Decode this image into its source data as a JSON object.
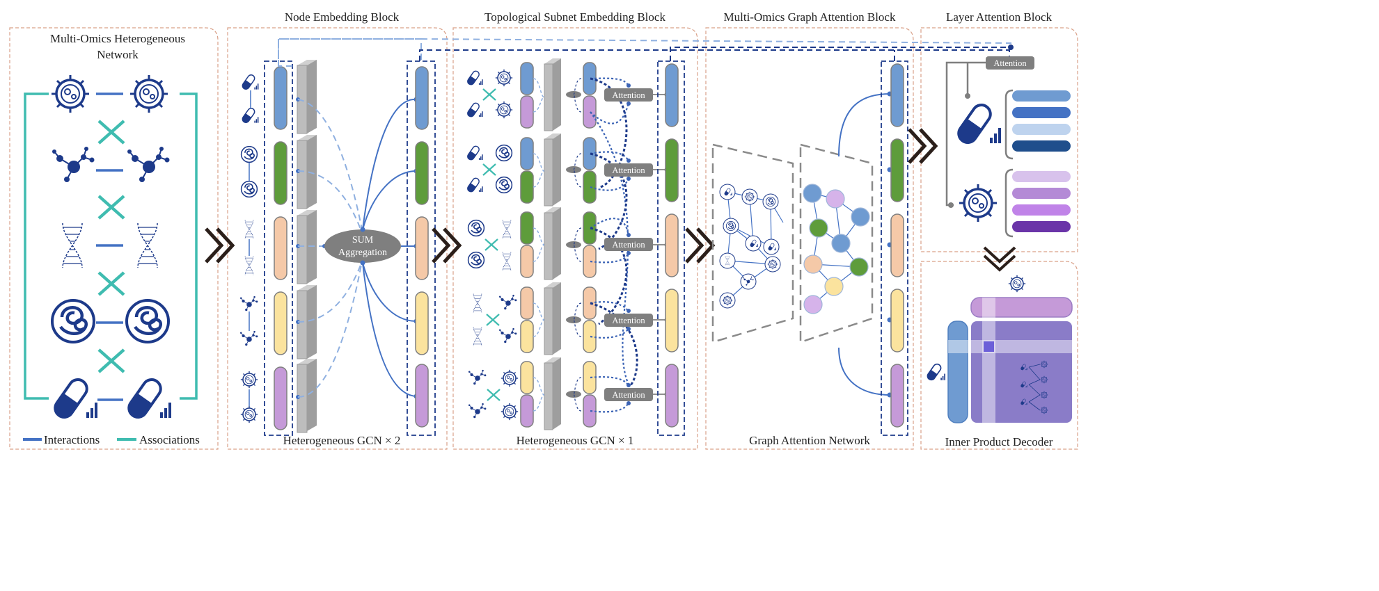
{
  "panels": {
    "network": {
      "title_line1": "Multi-Omics Heterogeneous",
      "title_line2": "Network"
    },
    "node_embedding": {
      "title": "Node Embedding Block",
      "footer": "Heterogeneous GCN × 2",
      "sum_line1": "SUM",
      "sum_line2": "Aggregation"
    },
    "subnet": {
      "title": "Topological Subnet Embedding Block",
      "footer": "Heterogeneous GCN × 1",
      "attention_label": "Attention"
    },
    "gat": {
      "title": "Multi-Omics Graph Attention Block",
      "footer": "Graph Attention Network"
    },
    "layer_attention": {
      "title": "Layer Attention Block",
      "attention_label": "Attention"
    },
    "decoder": {
      "title": "Inner Product Decoder"
    }
  },
  "legend": {
    "interactions": "Interactions",
    "associations": "Associations"
  },
  "colors": {
    "blue": "#6f9bd1",
    "green": "#5e9c3b",
    "orange": "#f5c9a8",
    "yellow": "#fbe39e",
    "purple": "#c59ad8",
    "navy": "#1d3a8a",
    "teal": "#3fbcb0",
    "link": "#4472c4",
    "gray": "#7f7f7f",
    "panel_border": "#d9a088"
  },
  "icons": [
    "virus-icon",
    "molecule-icon",
    "dna-icon",
    "cell-icon",
    "pill-icon"
  ]
}
